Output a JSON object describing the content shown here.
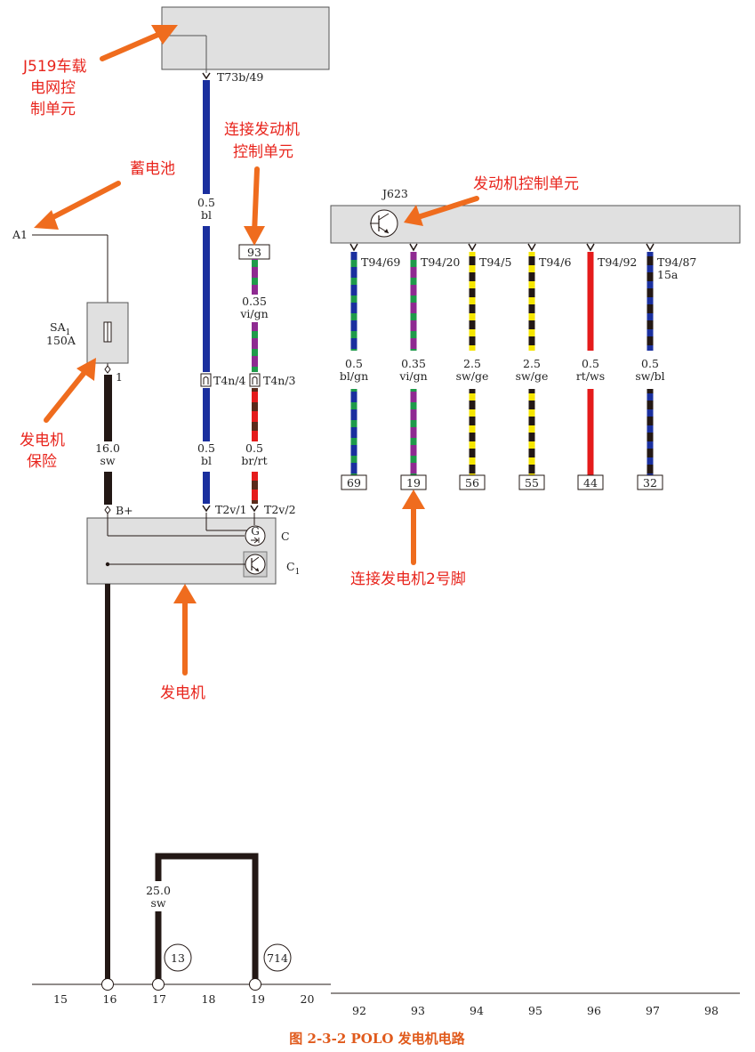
{
  "annotations": {
    "j519": [
      "J519车载",
      "电网控",
      "制单元"
    ],
    "battery": "蓄电池",
    "ecu_connect": [
      "连接发动机",
      "控制单元"
    ],
    "ecu": "发动机控制单元",
    "fuse": [
      "发电机",
      "保险"
    ],
    "generator": "发电机",
    "gen_pin2": "连接发电机2号脚"
  },
  "labels": {
    "t73b49": "T73b/49",
    "a1": "A1",
    "sa1": "SA",
    "sa1_sub": "1",
    "sa1_rating": "150A",
    "fuse_pin": "1",
    "wire_bl_size": "0.5",
    "wire_bl_color": "bl",
    "wire_vign_size": "0.35",
    "wire_vign_color": "vi/gn",
    "pin93": "93",
    "t4n4": "T4n/4",
    "t4n3": "T4n/3",
    "wire_sw_size": "16.0",
    "wire_sw_color": "sw",
    "wire_bl2_size": "0.5",
    "wire_bl2_color": "bl",
    "wire_brrt_size": "0.5",
    "wire_brrt_color": "br/rt",
    "bplus": "B+",
    "t2v1": "T2v/1",
    "t2v2": "T2v/2",
    "c": "C",
    "c1": "C",
    "c1_sub": "1",
    "gen_symbol": "G",
    "j623": "J623",
    "ground_size": "25.0",
    "ground_color": "sw",
    "ground13": "13",
    "ground714": "714"
  },
  "ecu_wires": [
    {
      "pin": "T94/69",
      "size": "0.5",
      "color": "bl/gn",
      "box": "69",
      "extra": ""
    },
    {
      "pin": "T94/20",
      "size": "0.35",
      "color": "vi/gn",
      "box": "19",
      "extra": ""
    },
    {
      "pin": "T94/5",
      "size": "2.5",
      "color": "sw/ge",
      "box": "56",
      "extra": ""
    },
    {
      "pin": "T94/6",
      "size": "2.5",
      "color": "sw/ge",
      "box": "55",
      "extra": ""
    },
    {
      "pin": "T94/92",
      "size": "0.5",
      "color": "rt/ws",
      "box": "44",
      "extra": ""
    },
    {
      "pin": "T94/87",
      "size": "0.5",
      "color": "sw/bl",
      "box": "32",
      "extra": "15a"
    }
  ],
  "scale_left": [
    "15",
    "16",
    "17",
    "18",
    "19",
    "20"
  ],
  "scale_right": [
    "92",
    "93",
    "94",
    "95",
    "96",
    "97",
    "98"
  ],
  "caption": "图 2-3-2    POLO 发电机电路",
  "colors": {
    "blue": "#1a2f9e",
    "green": "#1f9a4a",
    "violet": "#8e2a91",
    "black": "#231815",
    "yellow": "#f5e500",
    "red": "#e51b1b",
    "brown": "#5a2a1a",
    "annotation": "#e8241c",
    "arrow": "#ef6c1e",
    "module_fill": "#e0e0e0"
  }
}
